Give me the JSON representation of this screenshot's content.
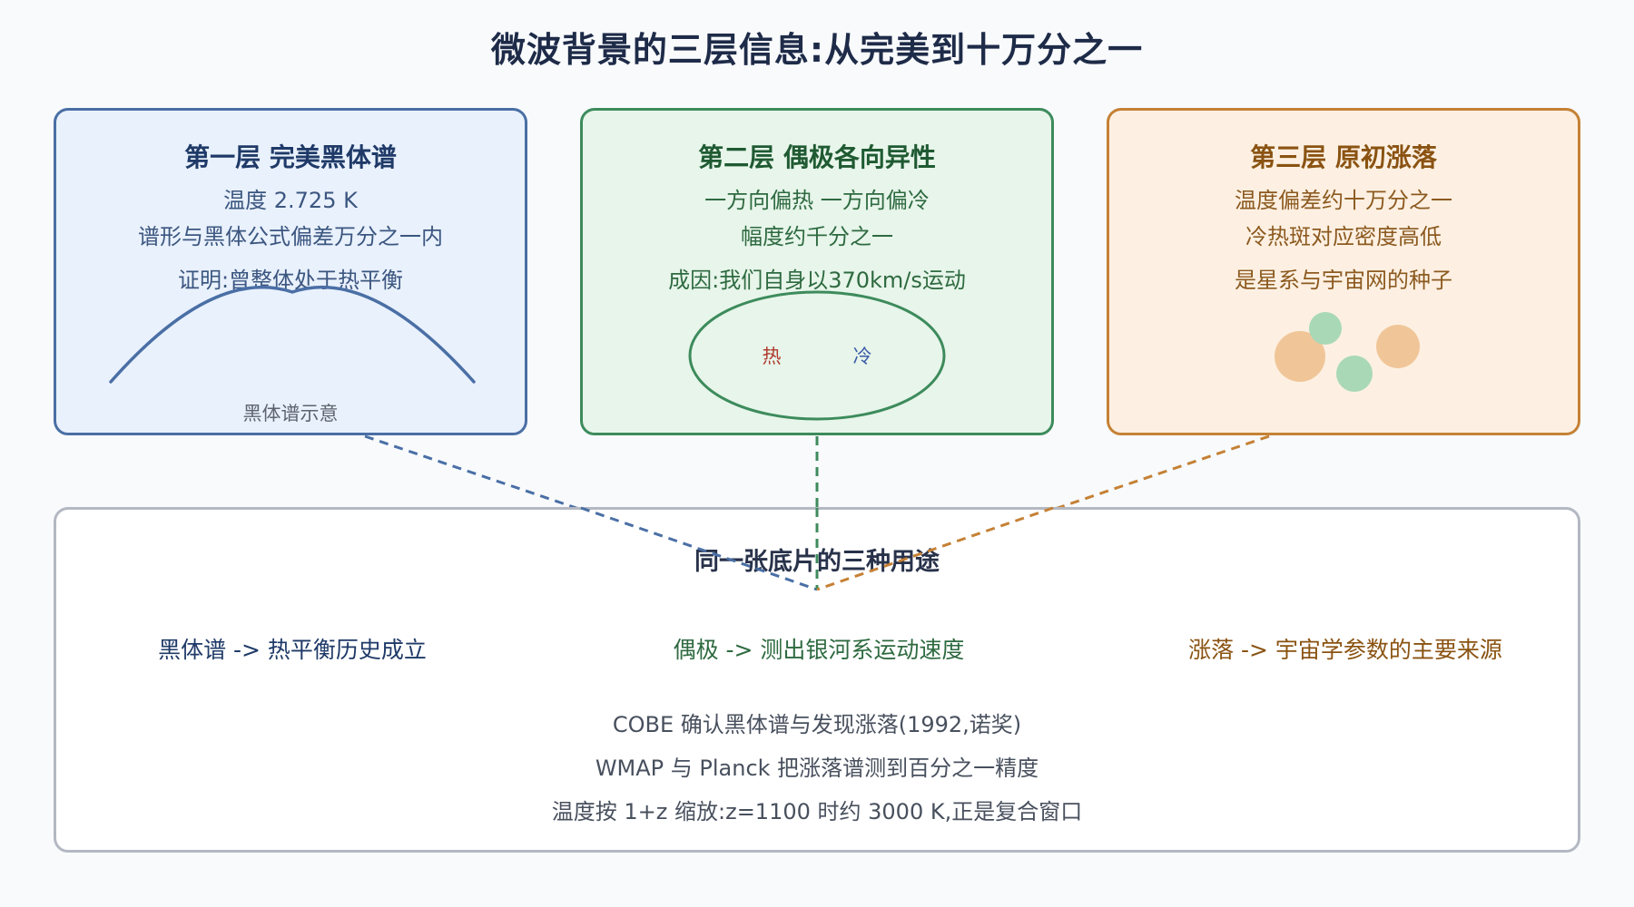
{
  "title": "微波背景的三层信息:从完美到十万分之一",
  "colors": {
    "layer1": "#4a6fa5",
    "layer2": "#3d8b5c",
    "layer3": "#c58135",
    "hot": "#b03a2e",
    "cold": "#3b5aa8"
  },
  "layers": [
    {
      "heading": "第一层 完美黑体谱",
      "lines": [
        "温度 2.725 K",
        "谱形与黑体公式偏差万分之一内",
        "证明:曾整体处于热平衡"
      ],
      "caption": "黑体谱示意"
    },
    {
      "heading": "第二层 偶极各向异性",
      "lines": [
        "一方向偏热 一方向偏冷",
        "幅度约千分之一",
        "成因:我们自身以370km/s运动"
      ],
      "hot_label": "热",
      "cold_label": "冷"
    },
    {
      "heading": "第三层 原初涨落",
      "lines": [
        "温度偏差约十万分之一",
        "冷热斑对应密度高低",
        "是星系与宇宙网的种子"
      ]
    }
  ],
  "summary": {
    "title": "同一张底片的三种用途",
    "uses": [
      "黑体谱 -> 热平衡历史成立",
      "偶极 -> 测出银河系运动速度",
      "涨落 -> 宇宙学参数的主要来源"
    ],
    "facts": [
      "COBE 确认黑体谱与发现涨落(1992,诺奖)",
      "WMAP 与 Planck 把涨落谱测到百分之一精度",
      "温度按 1+z 缩放:z=1100 时约 3000 K,正是复合窗口"
    ]
  }
}
